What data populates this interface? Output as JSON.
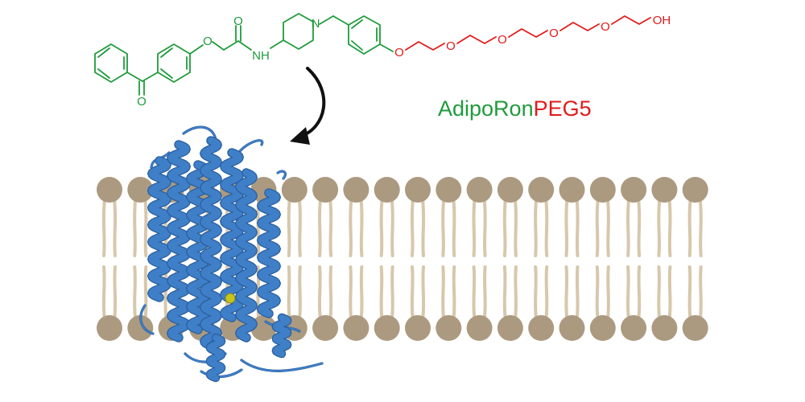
{
  "colors": {
    "adiporon": "#1f9b3c",
    "peg": "#e21a1a",
    "lipid_head": "#ab9a80",
    "lipid_tail": "#d7c7ab",
    "protein": "#3f7fc8",
    "protein_dark": "#2a5f9e",
    "ligand": "#c9c41a",
    "arrow": "#111111"
  },
  "structure": {
    "atoms": {
      "ketone_o": "O",
      "ether_o_1": "O",
      "amide_o": "O",
      "amide_nh": "NH",
      "piperidine_n": "N",
      "peg_o_1": "O",
      "peg_o_2": "O",
      "peg_o_3": "O",
      "peg_o_4": "O",
      "peg_o_5": "O",
      "terminal_oh": "OH"
    }
  },
  "label": {
    "part1": "AdipoRon",
    "part2": "PEG5"
  },
  "membrane": {
    "lipid_count": 20
  },
  "icons": [
    "curved-arrow-icon",
    "protein-ribbon-icon",
    "lipid-bilayer-icon"
  ]
}
